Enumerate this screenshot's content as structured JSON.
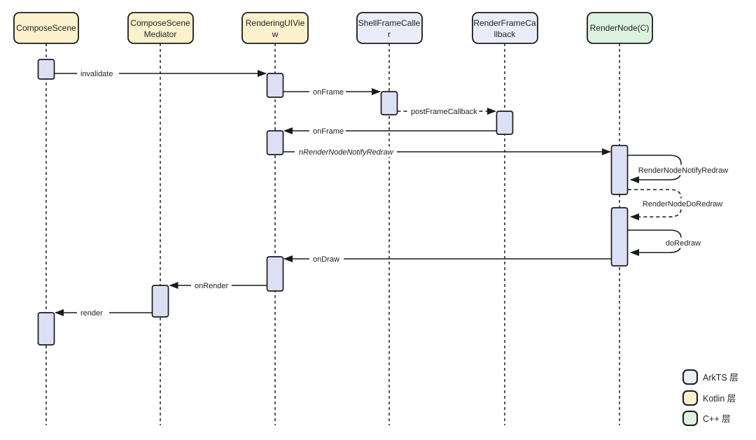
{
  "diagram_type": "sequence-diagram",
  "actors": [
    {
      "name": "ComposeScene",
      "lines": [
        "ComposeScene"
      ],
      "layer": "Kotlin",
      "color": "#FBF1CD"
    },
    {
      "name": "ComposeSceneMediator",
      "lines": [
        "ComposeScene",
        "Mediator"
      ],
      "layer": "Kotlin",
      "color": "#FBF1CD"
    },
    {
      "name": "RenderingUIView",
      "lines": [
        "RenderingUIVie",
        "w"
      ],
      "layer": "Kotlin",
      "color": "#FBF1CD"
    },
    {
      "name": "ShellFrameCaller",
      "lines": [
        "ShellFrameCalle",
        "r"
      ],
      "layer": "ArkTS",
      "color": "#E9EDF9"
    },
    {
      "name": "RenderFrameCallback",
      "lines": [
        "RenderFrameCa",
        "llback"
      ],
      "layer": "ArkTS",
      "color": "#E9EDF9"
    },
    {
      "name": "RenderNode(C)",
      "lines": [
        "RenderNode(C)"
      ],
      "layer": "C++",
      "color": "#DDF2DE"
    }
  ],
  "messages": [
    {
      "label": "invalidate",
      "from": "ComposeScene",
      "to": "RenderingUIView",
      "style": "solid"
    },
    {
      "label": "onFrame",
      "from": "RenderingUIView",
      "to": "ShellFrameCaller",
      "style": "solid"
    },
    {
      "label": "postFrameCallback",
      "from": "ShellFrameCaller",
      "to": "RenderFrameCallback",
      "style": "dashed"
    },
    {
      "label": "onFrame",
      "from": "RenderFrameCallback",
      "to": "RenderingUIView",
      "style": "solid"
    },
    {
      "label": "nRenderNodeNotifyRedraw",
      "from": "RenderingUIView",
      "to": "RenderNode(C)",
      "style": "solid-italic"
    },
    {
      "label": "RenderNodeNotifyRedraw",
      "from": "RenderNode(C)",
      "to": "RenderNode(C)",
      "style": "self-solid"
    },
    {
      "label": "RenderNodeDoRedraw",
      "from": "RenderNode(C)",
      "to": "RenderNode(C)",
      "style": "self-dashed"
    },
    {
      "label": "doRedraw",
      "from": "RenderNode(C)",
      "to": "RenderNode(C)",
      "style": "self-solid"
    },
    {
      "label": "onDraw",
      "from": "RenderNode(C)",
      "to": "RenderingUIView",
      "style": "solid"
    },
    {
      "label": "onRender",
      "from": "RenderingUIView",
      "to": "ComposeSceneMediator",
      "style": "solid"
    },
    {
      "label": "render",
      "from": "ComposeSceneMediator",
      "to": "ComposeScene",
      "style": "solid"
    }
  ],
  "legend": [
    {
      "label": "ArkTS 层",
      "color": "#EAEEFA"
    },
    {
      "label": "Kotlin 层",
      "color": "#FBF1CD"
    },
    {
      "label": "C++ 层",
      "color": "#DDF2DE"
    }
  ],
  "colors": {
    "background": "#FFFFFF",
    "line": "#1A1A1A",
    "border": "#1B1B1B",
    "text": "#1F1F1F",
    "activation_fill": "#DCE0F5"
  }
}
